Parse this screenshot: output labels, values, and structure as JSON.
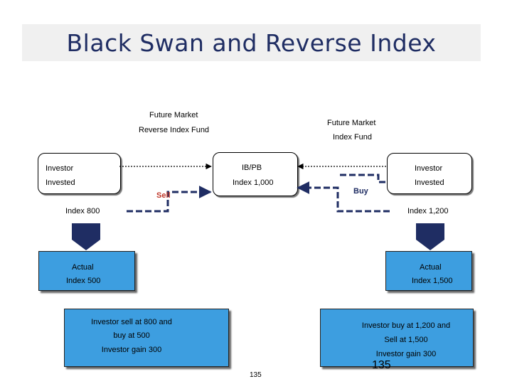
{
  "title": "Black Swan and Reverse Index",
  "left_header": {
    "line1": "Future  Market",
    "line2": "Reverse Index Fund"
  },
  "right_header": {
    "line1": "Future  Market",
    "line2": "Index Fund"
  },
  "left_panel": {
    "who": "Investor",
    "state": "Invested",
    "level": "Index 800"
  },
  "center_panel": {
    "name": "IB/PB",
    "level": "Index 1,000"
  },
  "right_panel": {
    "who": "Investor",
    "state": "Invested",
    "level": "Index 1,200"
  },
  "sell_label": "Sell",
  "buy_label": "Buy",
  "left_actual": {
    "label": "Actual",
    "value": "Index 500"
  },
  "right_actual": {
    "label": "Actual",
    "value": "Index 1,500"
  },
  "left_result": {
    "line1": "Investor sell at 800 and",
    "line2": "buy at 500",
    "line3": "Investor gain 300"
  },
  "right_result": {
    "line1": "Investor buy at 1,200 and",
    "line2": "Sell at 1,500",
    "line3": "Investor gain 300"
  },
  "page_number_small": "135",
  "page_number_large": "135",
  "colors": {
    "title": "#1f2d63",
    "box_blue": "#3d9ee0",
    "arrow_navy": "#1f2d63",
    "sell_red": "#c0392b"
  }
}
